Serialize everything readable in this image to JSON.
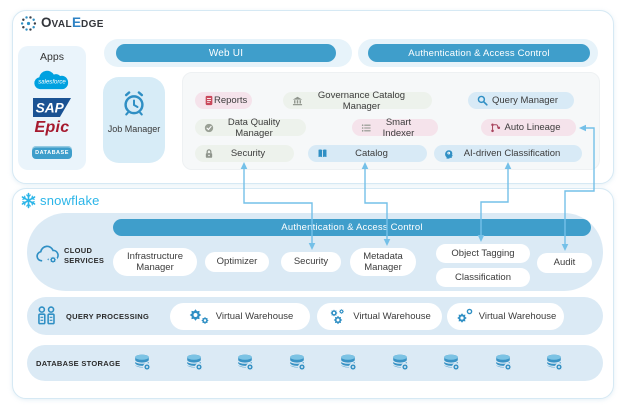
{
  "ovaledge": {
    "logo": {
      "seg1": "O",
      "seg2": "VAL",
      "seg3": "E",
      "seg4": "DGE"
    },
    "apps": {
      "title": "Apps",
      "salesforce": "salesforce",
      "sap": "SAP",
      "epic": "Epic",
      "database": "DATABASE"
    },
    "web_ui": "Web UI",
    "auth": "Authentication & Access Control",
    "job_manager": "Job Manager",
    "modules": [
      {
        "label": "Reports",
        "icon": "report-icon",
        "style": "pink"
      },
      {
        "label": "Governance Catalog Manager",
        "icon": "bank-icon",
        "style": "sage"
      },
      {
        "label": "Query Manager",
        "icon": "magnifier-icon",
        "style": "blue"
      },
      {
        "label": "Data Quality Manager",
        "icon": "check-circle-icon",
        "style": "sage"
      },
      {
        "label": "Smart Indexer",
        "icon": "list-icon",
        "style": "pink"
      },
      {
        "label": "Auto Lineage",
        "icon": "lineage-icon",
        "style": "pink"
      },
      {
        "label": "Security",
        "icon": "lock-icon",
        "style": "sage"
      },
      {
        "label": "Catalog",
        "icon": "book-icon",
        "style": "blue"
      },
      {
        "label": "AI-driven Classification",
        "icon": "ai-head-icon",
        "style": "blue"
      }
    ]
  },
  "snowflake": {
    "logo": "snowflake",
    "auth": "Authentication & Access Control",
    "cloud_services": {
      "label": "CLOUD SERVICES",
      "pills": [
        "Infrastructure Manager",
        "Optimizer",
        "Security",
        "Metadata Manager",
        "Object Tagging",
        "Classification",
        "Audit"
      ]
    },
    "query_processing": {
      "label": "QUERY PROCESSING",
      "warehouses": [
        "Virtual Warehouse",
        "Virtual Warehouse",
        "Virtual Warehouse"
      ]
    },
    "database_storage": {
      "label": "DATABASE STORAGE",
      "database_icon_count": 9
    }
  },
  "colors": {
    "bar_blue": "#3f9ecb",
    "band_blue": "#dbeaf5",
    "pink_pill": "#f5e3eb",
    "sage_pill": "#edf2ec",
    "blue_pill": "#d8eaf6",
    "connector": "#74c0e8",
    "snowflake_blue": "#2bb5e8",
    "icon_blue": "#2f8fc4"
  }
}
